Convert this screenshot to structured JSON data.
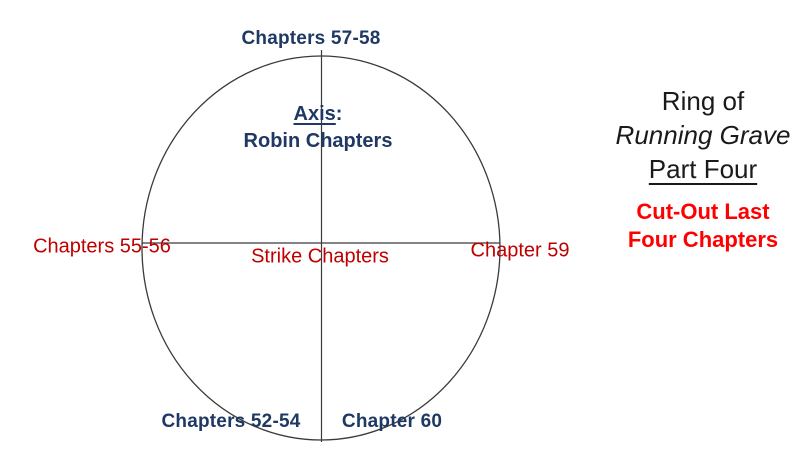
{
  "diagram": {
    "top_label": "Chapters 57-58",
    "left_label": "Chapters 55-56",
    "right_label": "Chapter 59",
    "bottom_left_label": "Chapters 52-54",
    "bottom_right_label": "Chapter 60",
    "center_label": "Strike Chapters",
    "axis_heading_word": "Axis",
    "axis_heading_colon": ":",
    "axis_line2": "Robin Chapters"
  },
  "side_panel": {
    "title_line1": "Ring of",
    "title_line2": "Running Grave",
    "title_line3": "Part Four",
    "subtitle_line1": "Cut-Out Last",
    "subtitle_line2": "Four Chapters"
  },
  "colors": {
    "navy": "#1F3864",
    "dark_red": "#C00000",
    "bright_red": "#FF0000",
    "line": "#3a3a3a",
    "black": "#1a1a1a"
  }
}
